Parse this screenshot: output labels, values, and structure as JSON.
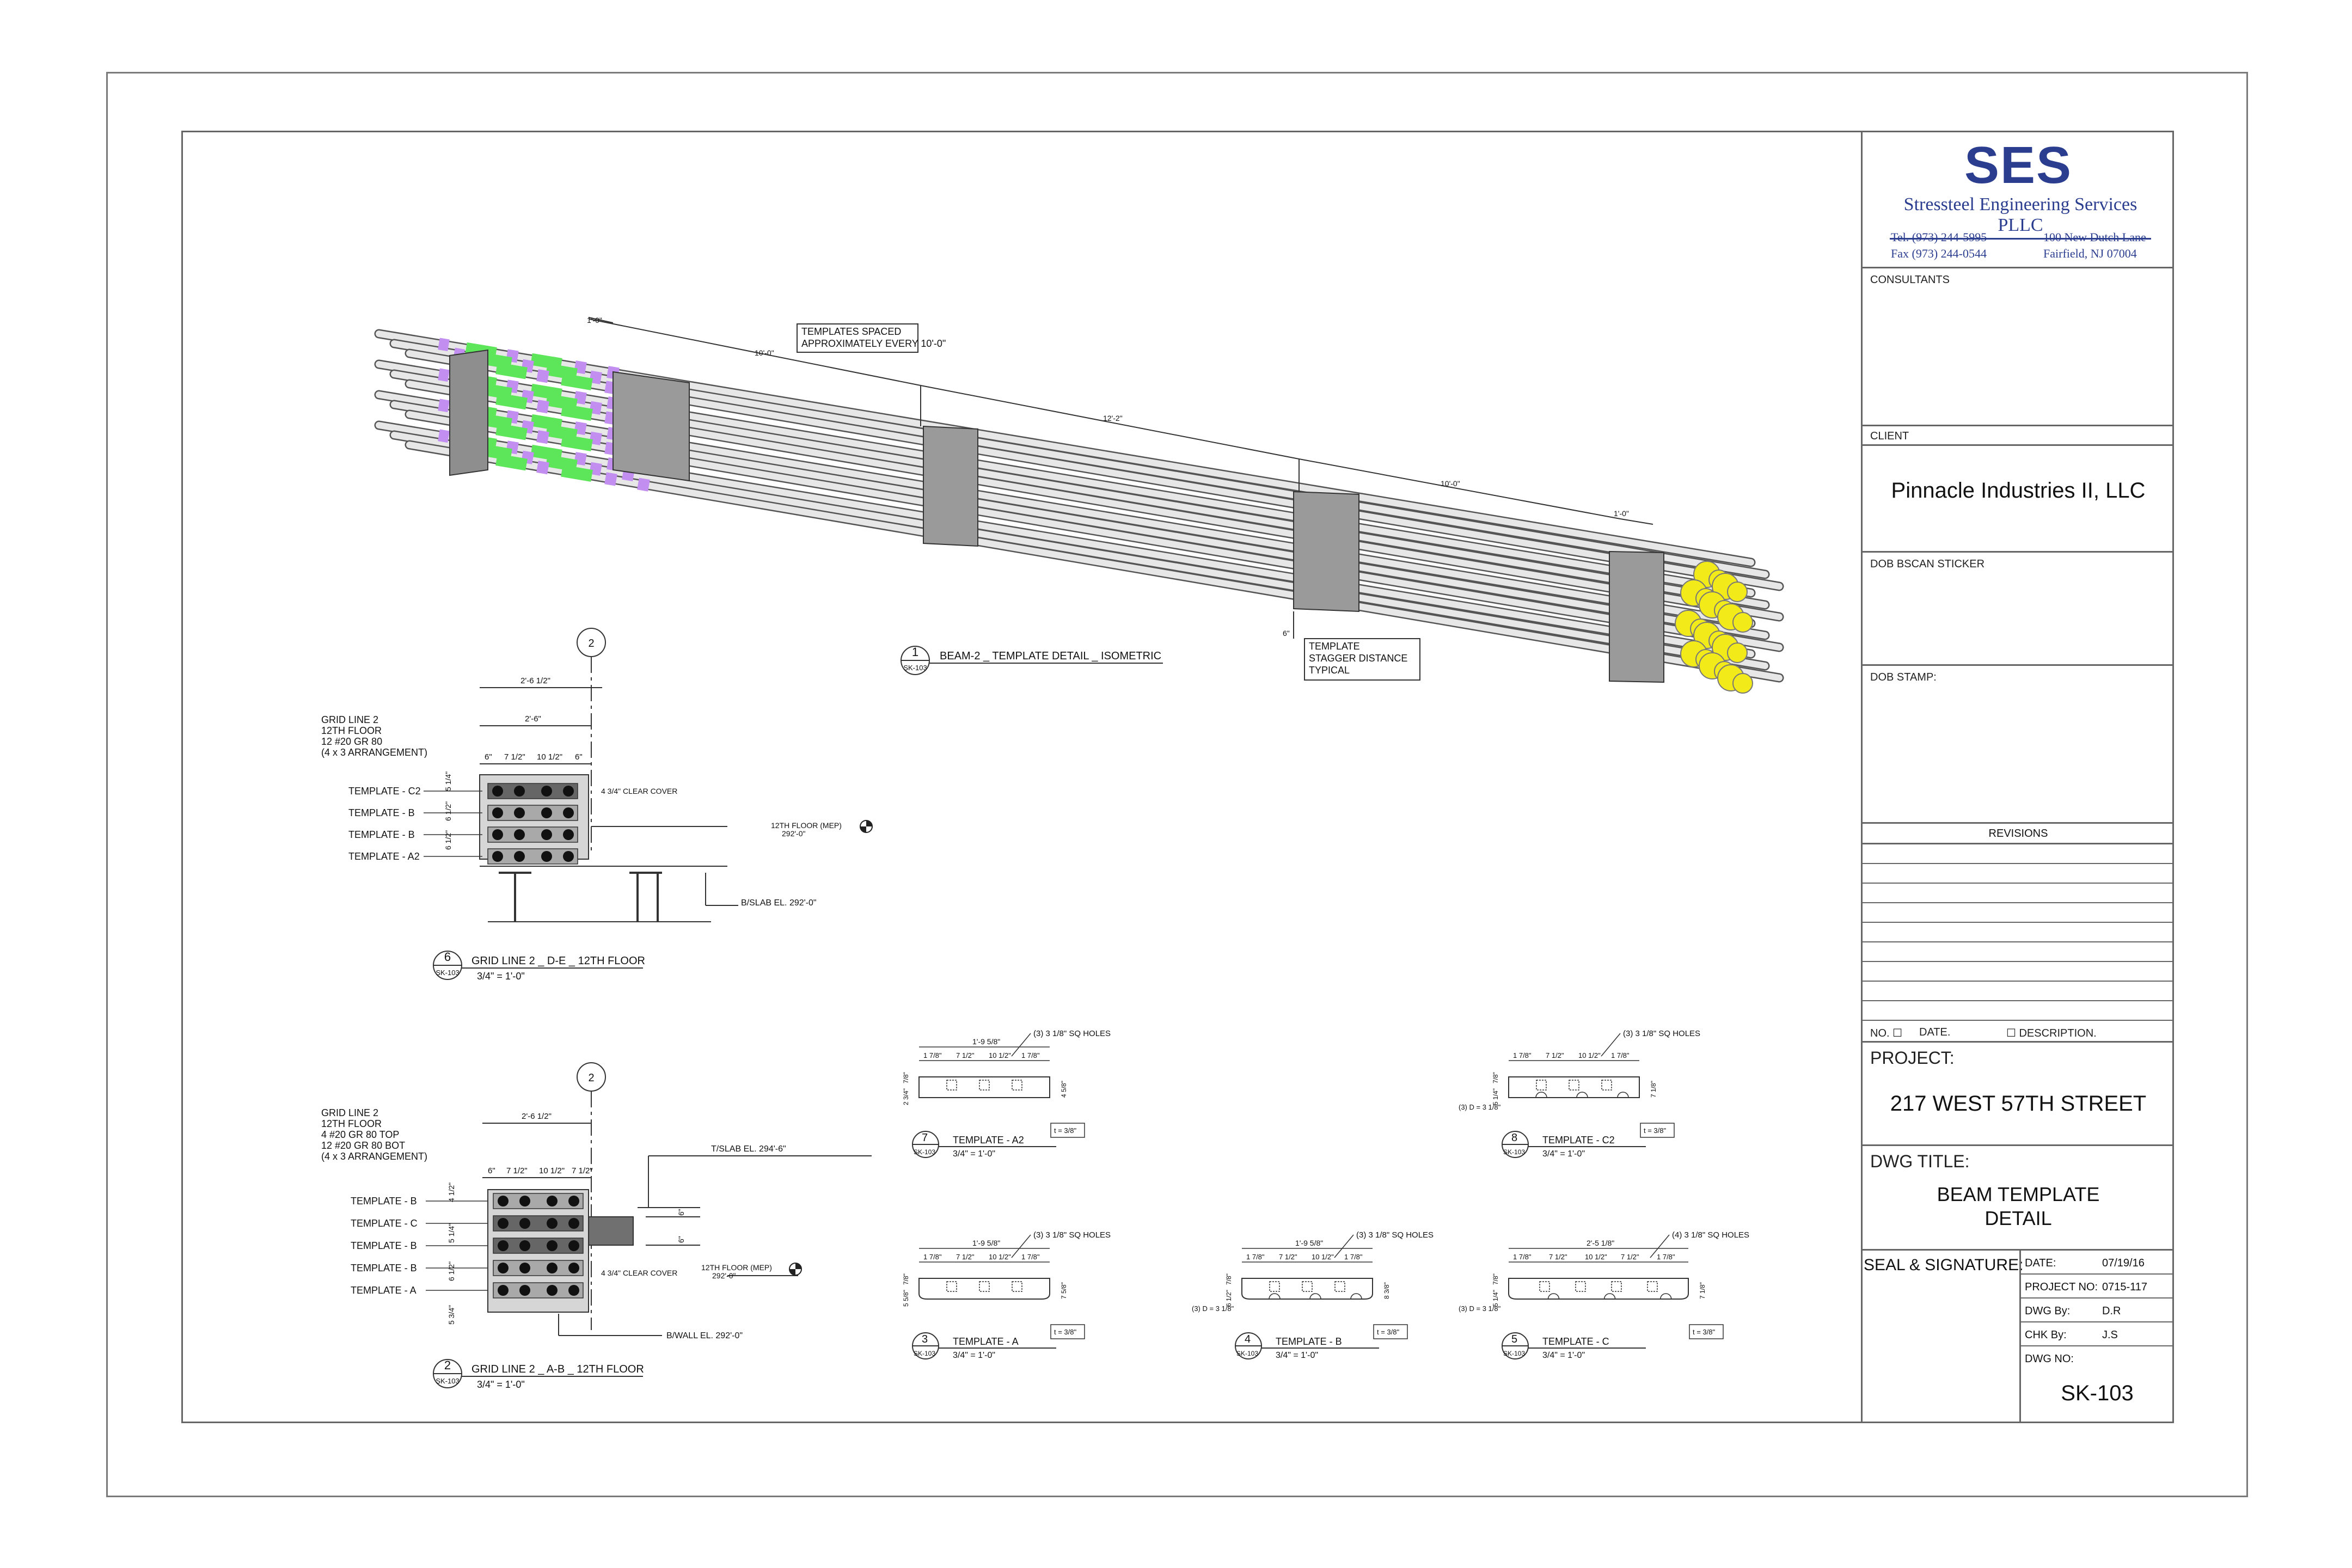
{
  "drawing": {
    "iso": {
      "note_spacing": [
        "TEMPLATES SPACED",
        "APPROXIMATELY EVERY 10'-0\""
      ],
      "note_stagger": [
        "TEMPLATE",
        "STAGGER DISTANCE",
        "TYPICAL"
      ],
      "dims": [
        "1'-0\"",
        "10'-0\"",
        "12'-2\"",
        "10'-0\"",
        "1'-0\"",
        "6\""
      ],
      "callout": {
        "num": "1",
        "sheet": "SK-103",
        "title": "BEAM-2 _ TEMPLATE DETAIL _ ISOMETRIC"
      }
    },
    "d6": {
      "grid_tag": "2",
      "notes": [
        "GRID LINE 2",
        "12TH FLOOR",
        "12 #20 GR 80",
        "(4 x 3 ARRANGEMENT)"
      ],
      "dims": [
        "2'-6 1/2\"",
        "2'-6\"",
        "6\"",
        "7 1/2\"",
        "10 1/2\"",
        "6\""
      ],
      "vdims": [
        "5 1/4\"",
        "6 1/2\"",
        "6 1/2\""
      ],
      "templates": [
        "TEMPLATE - C2",
        "TEMPLATE - B",
        "TEMPLATE - B",
        "TEMPLATE - A2"
      ],
      "cover": "4 3/4\" CLEAR COVER",
      "floor": [
        "12TH FLOOR (MEP)",
        "292'-0\""
      ],
      "slab": "B/SLAB EL. 292'-0\"",
      "callout": {
        "num": "6",
        "sheet": "SK-103",
        "title": "GRID LINE 2 _ D-E _ 12TH FLOOR",
        "scale": "3/4\" = 1'-0\""
      }
    },
    "d2": {
      "grid_tag": "2",
      "notes": [
        "GRID LINE 2",
        "12TH FLOOR",
        "4 #20 GR 80 TOP",
        "12 #20 GR 80 BOT",
        "(4 x 3 ARRANGEMENT)"
      ],
      "dims": [
        "2'-6 1/2\"",
        "6\"",
        "7 1/2\"",
        "10 1/2\"",
        "7 1/2\""
      ],
      "vdims": [
        "4 1/2\"",
        "5 1/4\"",
        "6 1/2\"",
        "5 3/4\""
      ],
      "templates": [
        "TEMPLATE - B",
        "TEMPLATE - C",
        "TEMPLATE - B",
        "TEMPLATE - B",
        "TEMPLATE - A"
      ],
      "cover": "4 3/4\" CLEAR COVER",
      "tslab": "T/SLAB EL. 294'-6\"",
      "floor": [
        "12TH FLOOR (MEP)",
        "292'-0\""
      ],
      "bwall": "B/WALL EL. 292'-0\"",
      "side_dims": [
        "6\"",
        "6\""
      ],
      "callout": {
        "num": "2",
        "sheet": "SK-103",
        "title": "GRID LINE 2 _ A-B _ 12TH FLOOR",
        "scale": "3/4\" = 1'-0\""
      }
    },
    "t7": {
      "holes": "(3) 3 1/8\" SQ HOLES",
      "overall": "1'-9 5/8\"",
      "dims": [
        "1 7/8\"",
        "7 1/2\"",
        "10 1/2\"",
        "1 7/8\""
      ],
      "vleft": [
        "7/8\"",
        "2 3/4\""
      ],
      "vright": "4 5/8\"",
      "thk": "t = 3/8\"",
      "callout": {
        "num": "7",
        "sheet": "SK-103",
        "title": "TEMPLATE - A2",
        "scale": "3/4\" = 1'-0\""
      }
    },
    "t8": {
      "holes": "(3) 3 1/8\" SQ HOLES",
      "dims": [
        "1 7/8\"",
        "7 1/2\"",
        "10 1/2\"",
        "1 7/8\""
      ],
      "vleft": [
        "7/8\"",
        "5 1/4\""
      ],
      "vright": "7 1/8\"",
      "dia": "(3) D = 3 1/8\"",
      "thk": "t = 3/8\"",
      "callout": {
        "num": "8",
        "sheet": "SK-103",
        "title": "TEMPLATE - C2",
        "scale": "3/4\" = 1'-0\""
      }
    },
    "t3": {
      "holes": "(3) 3 1/8\" SQ HOLES",
      "overall": "1'-9 5/8\"",
      "dims": [
        "1 7/8\"",
        "7 1/2\"",
        "10 1/2\"",
        "1 7/8\""
      ],
      "vleft": [
        "7/8\"",
        "5 5/8\""
      ],
      "vright": "7 5/8\"",
      "thk": "t = 3/8\"",
      "callout": {
        "num": "3",
        "sheet": "SK-103",
        "title": "TEMPLATE - A",
        "scale": "3/4\" = 1'-0\""
      }
    },
    "t4": {
      "holes": "(3) 3 1/8\" SQ HOLES",
      "overall": "1'-9 5/8\"",
      "dims": [
        "1 7/8\"",
        "7 1/2\"",
        "10 1/2\"",
        "1 7/8\""
      ],
      "vleft": [
        "7/8\"",
        "6 1/2\""
      ],
      "vright": "8 3/8\"",
      "dia": "(3) D = 3 1/8\"",
      "thk": "t = 3/8\"",
      "callout": {
        "num": "4",
        "sheet": "SK-103",
        "title": "TEMPLATE - B",
        "scale": "3/4\" = 1'-0\""
      }
    },
    "t5": {
      "holes": "(4) 3 1/8\" SQ HOLES",
      "overall": "2'-5 1/8\"",
      "dims": [
        "1 7/8\"",
        "7 1/2\"",
        "10 1/2\"",
        "7 1/2\"",
        "1 7/8\""
      ],
      "vleft": [
        "7/8\"",
        "5 1/4\""
      ],
      "vright": "7 1/8\"",
      "dia": "(3) D = 3 1/8\"",
      "thk": "t = 3/8\"",
      "callout": {
        "num": "5",
        "sheet": "SK-103",
        "title": "TEMPLATE - C",
        "scale": "3/4\" = 1'-0\""
      }
    }
  },
  "titleblock": {
    "logo": "SES",
    "company": "Stressteel Engineering Services PLLC",
    "tel": "Tel. (973) 244-5995",
    "fax": "Fax (973) 244-0544",
    "addr1": "100 New Dutch Lane",
    "addr2": "Fairfield, NJ 07004",
    "consultants": "CONSULTANTS",
    "client_label": "CLIENT",
    "client": "Pinnacle Industries II, LLC",
    "bscan": "DOB BSCAN STICKER",
    "stamp": "DOB STAMP:",
    "revisions": "REVISIONS",
    "rev_no": "NO. ☐",
    "rev_date": "DATE.",
    "rev_desc": "☐ DESCRIPTION.",
    "project_label": "PROJECT:",
    "project": "217 WEST 57TH STREET",
    "dwg_title_label": "DWG TITLE:",
    "dwg_title_1": "BEAM TEMPLATE",
    "dwg_title_2": "DETAIL",
    "seal": "SEAL & SIGNATURE:",
    "date_label": "DATE:",
    "date": "07/19/16",
    "projno_label": "PROJECT NO:",
    "projno": "0715-117",
    "dwgby_label": "DWG By:",
    "dwgby": "D.R",
    "chkby_label": "CHK By:",
    "chkby": "J.S",
    "dwgno_label": "DWG NO:",
    "dwgno": "SK-103"
  },
  "colors": {
    "coupler_green": "#5ee65a",
    "coupler_purple": "#c28ff0",
    "anchor_yellow": "#f3ea1a",
    "logo_blue": "#2b3d8f"
  }
}
